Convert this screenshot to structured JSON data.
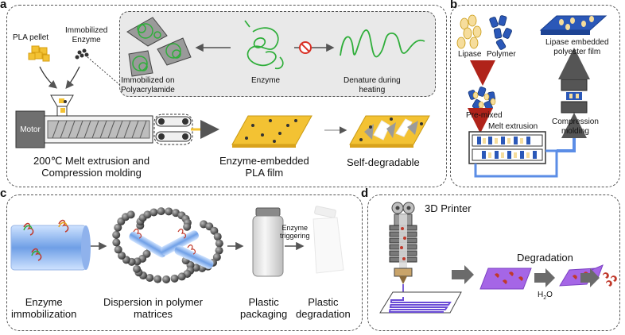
{
  "panels": {
    "a": {
      "label": "a",
      "pla_pellet": "PLA pellet",
      "immobilized_enzyme": "Immobilized\nEnzyme",
      "immobilized_on": "Immobilized on\nPolyacrylamide",
      "enzyme": "Enzyme",
      "denature": "Denature during\nheating",
      "motor": "Motor",
      "melt_extrusion": "200℃ Melt extrusion and\nCompression molding",
      "film": "Enzyme-embedded\nPLA film",
      "self_degradable": "Self-degradable"
    },
    "b": {
      "label": "b",
      "lipase": "Lipase",
      "polymer": "Polymer",
      "lipase_film": "Lipase embedded\npolyester film",
      "premixed": "Pre-mixed",
      "compression": "Compression\nmolding",
      "melt_extrusion": "Melt extrusion"
    },
    "c": {
      "label": "c",
      "enzyme_triggering": "Enzyme\ntriggering",
      "step1": "Enzyme\nimmobilization",
      "step2": "Dispersion in polymer\nmatrices",
      "step3": "Plastic\npackaging",
      "step4": "Plastic\ndegradation"
    },
    "d": {
      "label": "d",
      "printer": "3D Printer",
      "degradation": "Degradation",
      "water": "H",
      "water_sub": "2",
      "water_end": "O"
    }
  },
  "colors": {
    "enzyme_green": "#2fae3a",
    "pla_yellow": "#f3c233",
    "polymer_blue": "#2b58b8",
    "film_purple": "#a566e6",
    "red": "#c0392b",
    "arrow_gray": "#6b6b6b"
  }
}
